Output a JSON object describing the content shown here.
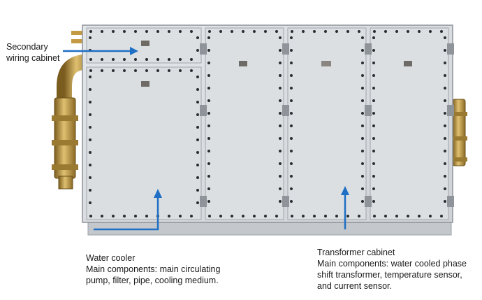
{
  "labels": {
    "secondary_wiring": {
      "lines": [
        "Secondary",
        "wiring cabinet"
      ]
    },
    "water_cooler": {
      "lines": [
        "Water cooler",
        "Main components:  main circulating",
        "pump, filter, pipe, cooling medium."
      ]
    },
    "transformer_cabinet": {
      "lines": [
        "Transformer cabinet",
        "Main components:  water cooled phase",
        "shift transformer, temperature sensor,",
        "and current sensor."
      ]
    }
  },
  "colors": {
    "arrow": "#1f6fc4",
    "panel": "#d9dde1",
    "panel_edge": "#9aa0a6",
    "brass": "#b8913a"
  }
}
